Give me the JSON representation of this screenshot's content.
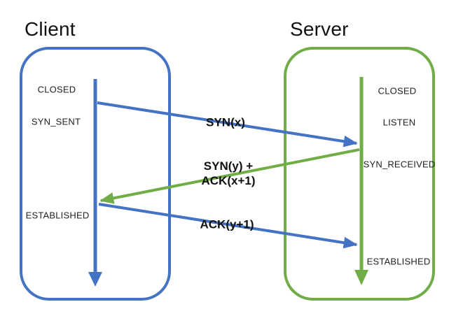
{
  "diagram": {
    "title_hint": "TCP three-way handshake",
    "colors": {
      "client_accent": "#4472C4",
      "server_accent": "#70AD47"
    },
    "client": {
      "title": "Client",
      "states": [
        "CLOSED",
        "SYN_SENT",
        "ESTABLISHED"
      ]
    },
    "server": {
      "title": "Server",
      "states": [
        "CLOSED",
        "LISTEN",
        "SYN_RECEIVED",
        "ESTABLISHED"
      ]
    },
    "messages": [
      {
        "from": "client",
        "to": "server",
        "lines": [
          "SYN(x)"
        ]
      },
      {
        "from": "server",
        "to": "client",
        "lines": [
          "SYN(y) +",
          "ACK(x+1)"
        ]
      },
      {
        "from": "client",
        "to": "server",
        "lines": [
          "ACK(y+1)"
        ]
      }
    ]
  }
}
